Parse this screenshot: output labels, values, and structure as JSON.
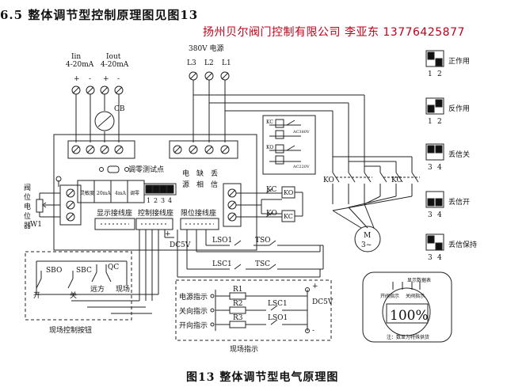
{
  "heading": "6.5 整体调节型控制原理图见图13",
  "banner": "扬州贝尔阀门控制有限公司 李亚东 13776425877",
  "caption": "图13  整体调节型电气原理图",
  "inputs": {
    "iin": "Iin",
    "iin_range": "4-20mA",
    "iout": "Iout",
    "iout_range": "4-20mA",
    "plus": "+",
    "minus": "-",
    "cb": "CB"
  },
  "power": {
    "title": "380V 电源",
    "l3": "L3",
    "l2": "L2",
    "l1": "L1"
  },
  "board": {
    "zero_test": "调零测试点",
    "indicators": [
      "电",
      "缺",
      "丢",
      "源",
      "相",
      "信"
    ],
    "sw_labels": [
      "灵敏度",
      "20mA",
      "4mA",
      "调零"
    ],
    "sw_numbers": [
      "1",
      "2",
      "3",
      "4"
    ],
    "display_socket": "显示接线座",
    "control_socket": "控制接线座",
    "limit_socket": "限位接线座",
    "valve_pot": [
      "阀",
      "位",
      "电",
      "位",
      "器"
    ],
    "w1": "W1",
    "dc5v": "DC5V"
  },
  "contactors": {
    "kc": "KC",
    "ko": "KO",
    "ac380": "AC380V",
    "ac220": "AC220V"
  },
  "motor": {
    "m": "M",
    "phase": "3~"
  },
  "limits": {
    "lso1": "LSO1",
    "tso": "TSO",
    "lsc1": "LSC1",
    "tsc": "TSC"
  },
  "field_control": {
    "title": "现场控制按钮",
    "sbo": "SBO",
    "sbc": "SBC",
    "qc": "QC",
    "open": "开",
    "close": "关",
    "remote": "远方",
    "local": "现场"
  },
  "field_indicate": {
    "title": "现场指示",
    "rows": [
      "电源指示",
      "关向指示",
      "开向指示"
    ],
    "r1": "R1",
    "r2": "R2",
    "r3": "R3",
    "lsc1": "LSC1",
    "lso1": "LSO1",
    "dc5v": "DC5V"
  },
  "dip_settings": [
    {
      "label": "正作用",
      "n1": "1",
      "n2": "2"
    },
    {
      "label": "反作用",
      "n1": "1",
      "n2": "2"
    },
    {
      "label": "丢信关",
      "n1": "3",
      "n2": "4"
    },
    {
      "label": "丢信开",
      "n1": "3",
      "n2": "4"
    },
    {
      "label": "丢信保持",
      "n1": "3",
      "n2": "4"
    }
  ],
  "meter": {
    "top": "显示数据表",
    "open_ind": "开阀指示",
    "close_ind": "关阀指示",
    "value": "100%",
    "note": "注：数显为特殊供货"
  }
}
